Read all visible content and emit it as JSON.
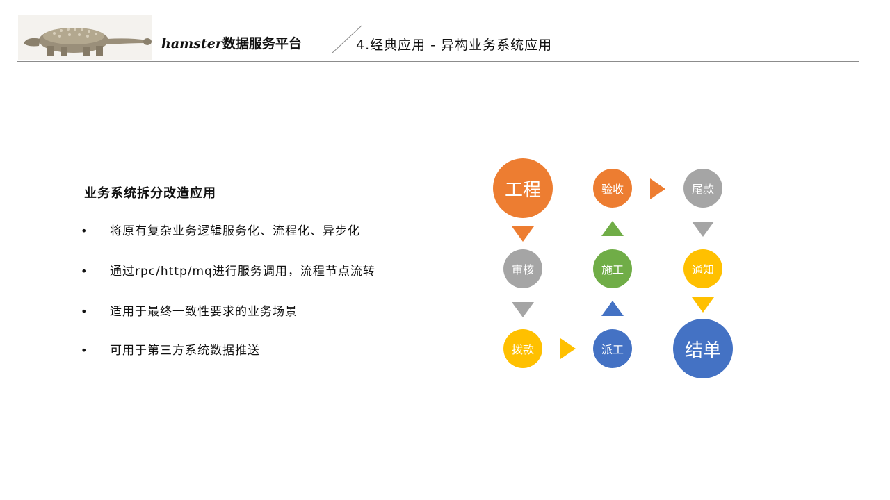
{
  "header": {
    "brand_en": "hamster",
    "brand_cn": "数据服务平台",
    "section_title": "4.经典应用 - 异构业务系统应用",
    "logo_icon": "ankylosaurus-dinosaur-logo"
  },
  "content": {
    "heading": "业务系统拆分改造应用",
    "bullet_symbol": "•",
    "bullets": [
      "将原有复杂业务逻辑服务化、流程化、异步化",
      "通过rpc/http/mq进行服务调用，流程节点流转",
      "适用于最终一致性要求的业务场景",
      "可用于第三方系统数据推送"
    ]
  },
  "flow": {
    "nodes": {
      "engineering": "工程",
      "review": "审核",
      "disbursement": "拨款",
      "dispatch": "派工",
      "construction": "施工",
      "acceptance": "验收",
      "final_payment": "尾款",
      "notification": "通知",
      "settlement": "结单"
    },
    "colors": {
      "orange": "#ED7D31",
      "gray": "#A5A5A5",
      "yellow": "#FFC000",
      "blue": "#4472C4",
      "green": "#70AD47"
    }
  }
}
